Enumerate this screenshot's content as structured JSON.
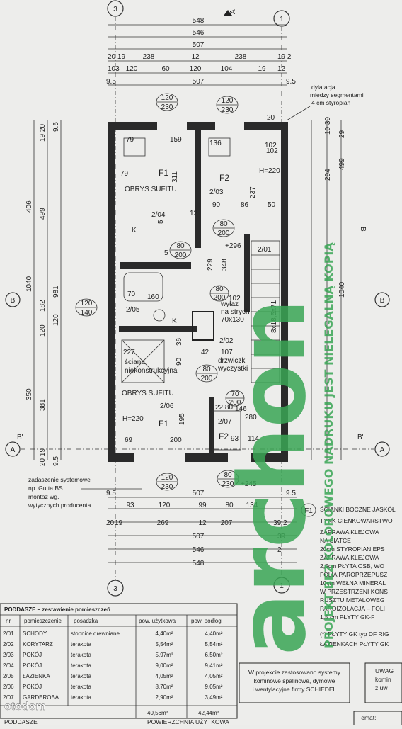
{
  "axes": {
    "left_num": "3",
    "right_num": "1",
    "letter": "A",
    "b_letter": "B"
  },
  "sections": {
    "a": "A",
    "b": "B",
    "b_prime": "B'"
  },
  "dims_top": [
    "548",
    "546",
    "507"
  ],
  "dims_top_row4": [
    "20 19",
    "238",
    "12",
    "238",
    "19 2"
  ],
  "dims_top_row5": [
    "103",
    "120",
    "60",
    "120",
    "104",
    "19",
    "12"
  ],
  "dims_top_row6": [
    "9.5",
    "507",
    "9.5"
  ],
  "windows": {
    "top_left": {
      "w": "120",
      "h": "230"
    },
    "top_right": {
      "w": "120",
      "h": "230"
    },
    "bottom_left": {
      "w": "120",
      "h": "230"
    },
    "bottom_right": {
      "w": "80",
      "h": "230",
      "level": "+245"
    }
  },
  "doors": {
    "d1": {
      "w": "80",
      "h": "200"
    },
    "d2": {
      "w": "80",
      "h": "200"
    },
    "d3": {
      "w": "120",
      "h": "140"
    },
    "d4": {
      "w": "80",
      "h": "200"
    },
    "d5": {
      "w": "80",
      "h": "200"
    },
    "d6": {
      "w": "70",
      "h": "200"
    }
  },
  "notes": {
    "dilatation": [
      "dylatacja",
      "między segmentami",
      "4 cm styropian"
    ],
    "roofing": [
      "zadaszenie systemowe",
      "np. Gutta BS",
      "montaż wg.",
      "wytycznych producenta"
    ],
    "chimney": [
      "W projekcie zastosowano systemy",
      "kominowe spalinowe, dymowe",
      "i wentylacyjne firmy SCHIEDEL"
    ],
    "attention": [
      "UWAG",
      "komin",
      "z uw"
    ],
    "temat": "Temat:",
    "bottom_label": "POWIERZCHNIA UŻYTKOWA",
    "bottom_left": "PODDASZE"
  },
  "dims_left": [
    "406",
    "499",
    "1040",
    "182",
    "981",
    "120",
    "350",
    "381",
    "19 20",
    "20 19",
    "9.5",
    "9.5",
    "120"
  ],
  "dims_right": [
    "294",
    "499",
    "1040",
    "10 39",
    "29"
  ],
  "stairs": {
    "label": "8x18,5x71"
  },
  "plan_labels": {
    "r204_w": "79",
    "r204_w2": "159",
    "r203_w": "136",
    "r201_w": "102",
    "f1": "F1",
    "f2": "F2",
    "obrys": "OBRYS SUFITU",
    "r203": "2/03",
    "r204": "2/04",
    "h220": "H=220",
    "r201": "2/01",
    "r205": "2/05",
    "r202": "2/02",
    "sciana1": "ściana",
    "sciana2": "niekonstrukcyjna",
    "r206": "2/06",
    "r207": "2/07",
    "d69": "69",
    "d200": "200",
    "d227": "227",
    "wylaz1": "wyłaz",
    "wylaz2": "na strych",
    "wylaz3": "70x130",
    "drzwiczki1": "drzwiczki",
    "drzwiczki2": "wyczystki",
    "h296": "+296",
    "d348": "348",
    "d229": "229",
    "d311": "311",
    "d237": "237",
    "d90": "90",
    "d86": "86",
    "d12": "12",
    "d50": "50",
    "d102": "102",
    "d160": "160",
    "d70": "70",
    "d5": "5",
    "d42": "42",
    "d107": "107",
    "d195": "195",
    "d114": "114",
    "d93": "93",
    "d146": "146",
    "d280": "280",
    "d2280": "22 80",
    "d79": "79",
    "d20": "20",
    "k": "K",
    "d36": "36"
  },
  "dims_bottom_row1": [
    "9.5",
    "507",
    "9.5"
  ],
  "dims_bottom_row2": [
    "93",
    "120",
    "99",
    "80",
    "134",
    ""
  ],
  "dims_bottom_row3": [
    "20",
    "19",
    "269",
    "12",
    "207",
    "",
    "39",
    "2"
  ],
  "dims_bottom_row4": [
    "507",
    "39"
  ],
  "dims_bottom_row5": [
    "546",
    "2"
  ],
  "dims_bottom_row6": "548",
  "wall_spec": {
    "marker": "F1",
    "lines": [
      "ŚCIANKI BOCZNE JASKÓŁ",
      "TYNK CIENKOWARSTWO",
      "ZAPRAWA KLEJOWA",
      "NA SIATCE",
      "20cm STYROPIAN EPS",
      "ZAPRAWA KLEJOWA",
      "2,5cm PŁYTA OSB, WO",
      "FOLIA PAROPRZEPUSZ",
      "10cm WEŁNA MINERAL",
      "W PRZESTRZENI KONS",
      "RUSZTU METALOWEG",
      "PAROIZOLACJA – FOLI",
      "1,5 cm PŁYTY GK-F",
      "(*) PŁYTY GK typ DF RIG",
      "ŁAZIENKACH PŁYTY GK"
    ]
  },
  "table": {
    "title": "PODDASZE  –  zestawienie pomieszczeń",
    "headers": [
      "nr",
      "pomieszczenie",
      "posadzka",
      "pow. użytkowa",
      "pow. podłogi"
    ],
    "rows": [
      [
        "2/01",
        "SCHODY",
        "stopnice drewniane",
        "4,40m²",
        "4,40m²"
      ],
      [
        "2/02",
        "KORYTARZ",
        "terakota",
        "5,54m²",
        "5,54m²"
      ],
      [
        "2/03",
        "POKÓJ",
        "terakota",
        "5,97m²",
        "6,50m²"
      ],
      [
        "2/04",
        "POKÓJ",
        "terakota",
        "9,00m²",
        "9,41m²"
      ],
      [
        "2/05",
        "ŁAZIENKA",
        "terakota",
        "4,05m²",
        "4,05m²"
      ],
      [
        "2/06",
        "POKÓJ",
        "terakota",
        "8,70m²",
        "9,05m²"
      ],
      [
        "2/07",
        "GARDEROBA",
        "terakota",
        "2,90m²",
        "3,49m²"
      ]
    ],
    "totals": [
      "40,56m²",
      "42,44m²"
    ]
  },
  "watermark": {
    "brand": "archon",
    "text": "PROJEKT BEZ KOLOROWEGO NADRUKU JEST NIELEGALNĄ KOPIĄ"
  },
  "logo": "otodom"
}
